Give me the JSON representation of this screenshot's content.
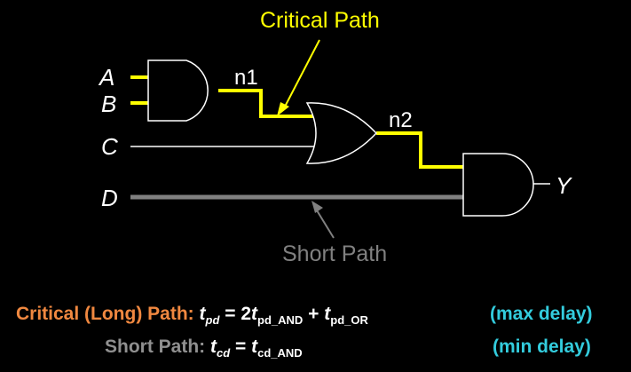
{
  "inputs": {
    "a": "A",
    "b": "B",
    "c": "C",
    "d": "D"
  },
  "output": "Y",
  "nets": {
    "n1": "n1",
    "n2": "n2"
  },
  "callouts": {
    "critical": "Critical Path",
    "short": "Short Path"
  },
  "equations": {
    "critical": {
      "label": "Critical (Long) Path:",
      "t": "t",
      "pd": "pd",
      "eq": " = 2",
      "t2": "t",
      "pd_and": "pd_AND",
      "plus": " + ",
      "t3": "t",
      "pd_or": "pd_OR",
      "note": "(max delay)"
    },
    "short": {
      "label": "Short Path:",
      "t": "t",
      "cd": "cd",
      "eq": " = ",
      "t2": "t",
      "cd_and": "cd_AND",
      "note": "(min delay)"
    }
  },
  "colors": {
    "background": "#000000",
    "critical_path": "#ffff00",
    "short_path": "#808080",
    "critical_label": "#f08840",
    "short_label": "#909090",
    "note": "#33ccdd"
  }
}
